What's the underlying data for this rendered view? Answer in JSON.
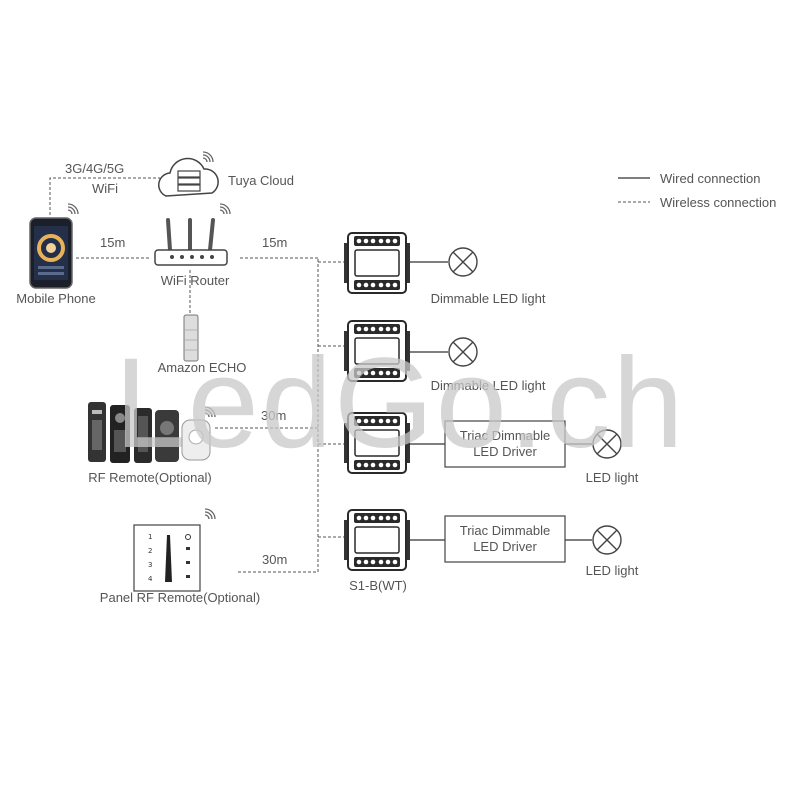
{
  "legend": {
    "wired": "Wired connection",
    "wireless": "Wireless connection"
  },
  "network": {
    "mobile_data": "3G/4G/5G",
    "wifi": "WiFi",
    "cloud": "Tuya Cloud",
    "mobile_phone": "Mobile Phone",
    "router": "WiFi Router",
    "echo": "Amazon ECHO",
    "rf_remote": "RF Remote(Optional)",
    "panel_remote": "Panel RF Remote(Optional)"
  },
  "distances": {
    "phone_router": "15m",
    "router_devices": "15m",
    "rf_remote": "30m",
    "panel_remote": "30m"
  },
  "loads": {
    "dimmable_1": "Dimmable LED light",
    "dimmable_2": "Dimmable LED light",
    "driver_1_line1": "Triac Dimmable",
    "driver_1_line2": "LED Driver",
    "driver_2_line1": "Triac Dimmable",
    "driver_2_line2": "LED Driver",
    "led_1": "LED light",
    "led_2": "LED light"
  },
  "device_model": "S1-B(WT)",
  "watermark": "LedGo.ch",
  "colors": {
    "line": "#444444",
    "device": "#2a2a2a",
    "label": "#555555",
    "watermark": "#c8c8c8"
  }
}
